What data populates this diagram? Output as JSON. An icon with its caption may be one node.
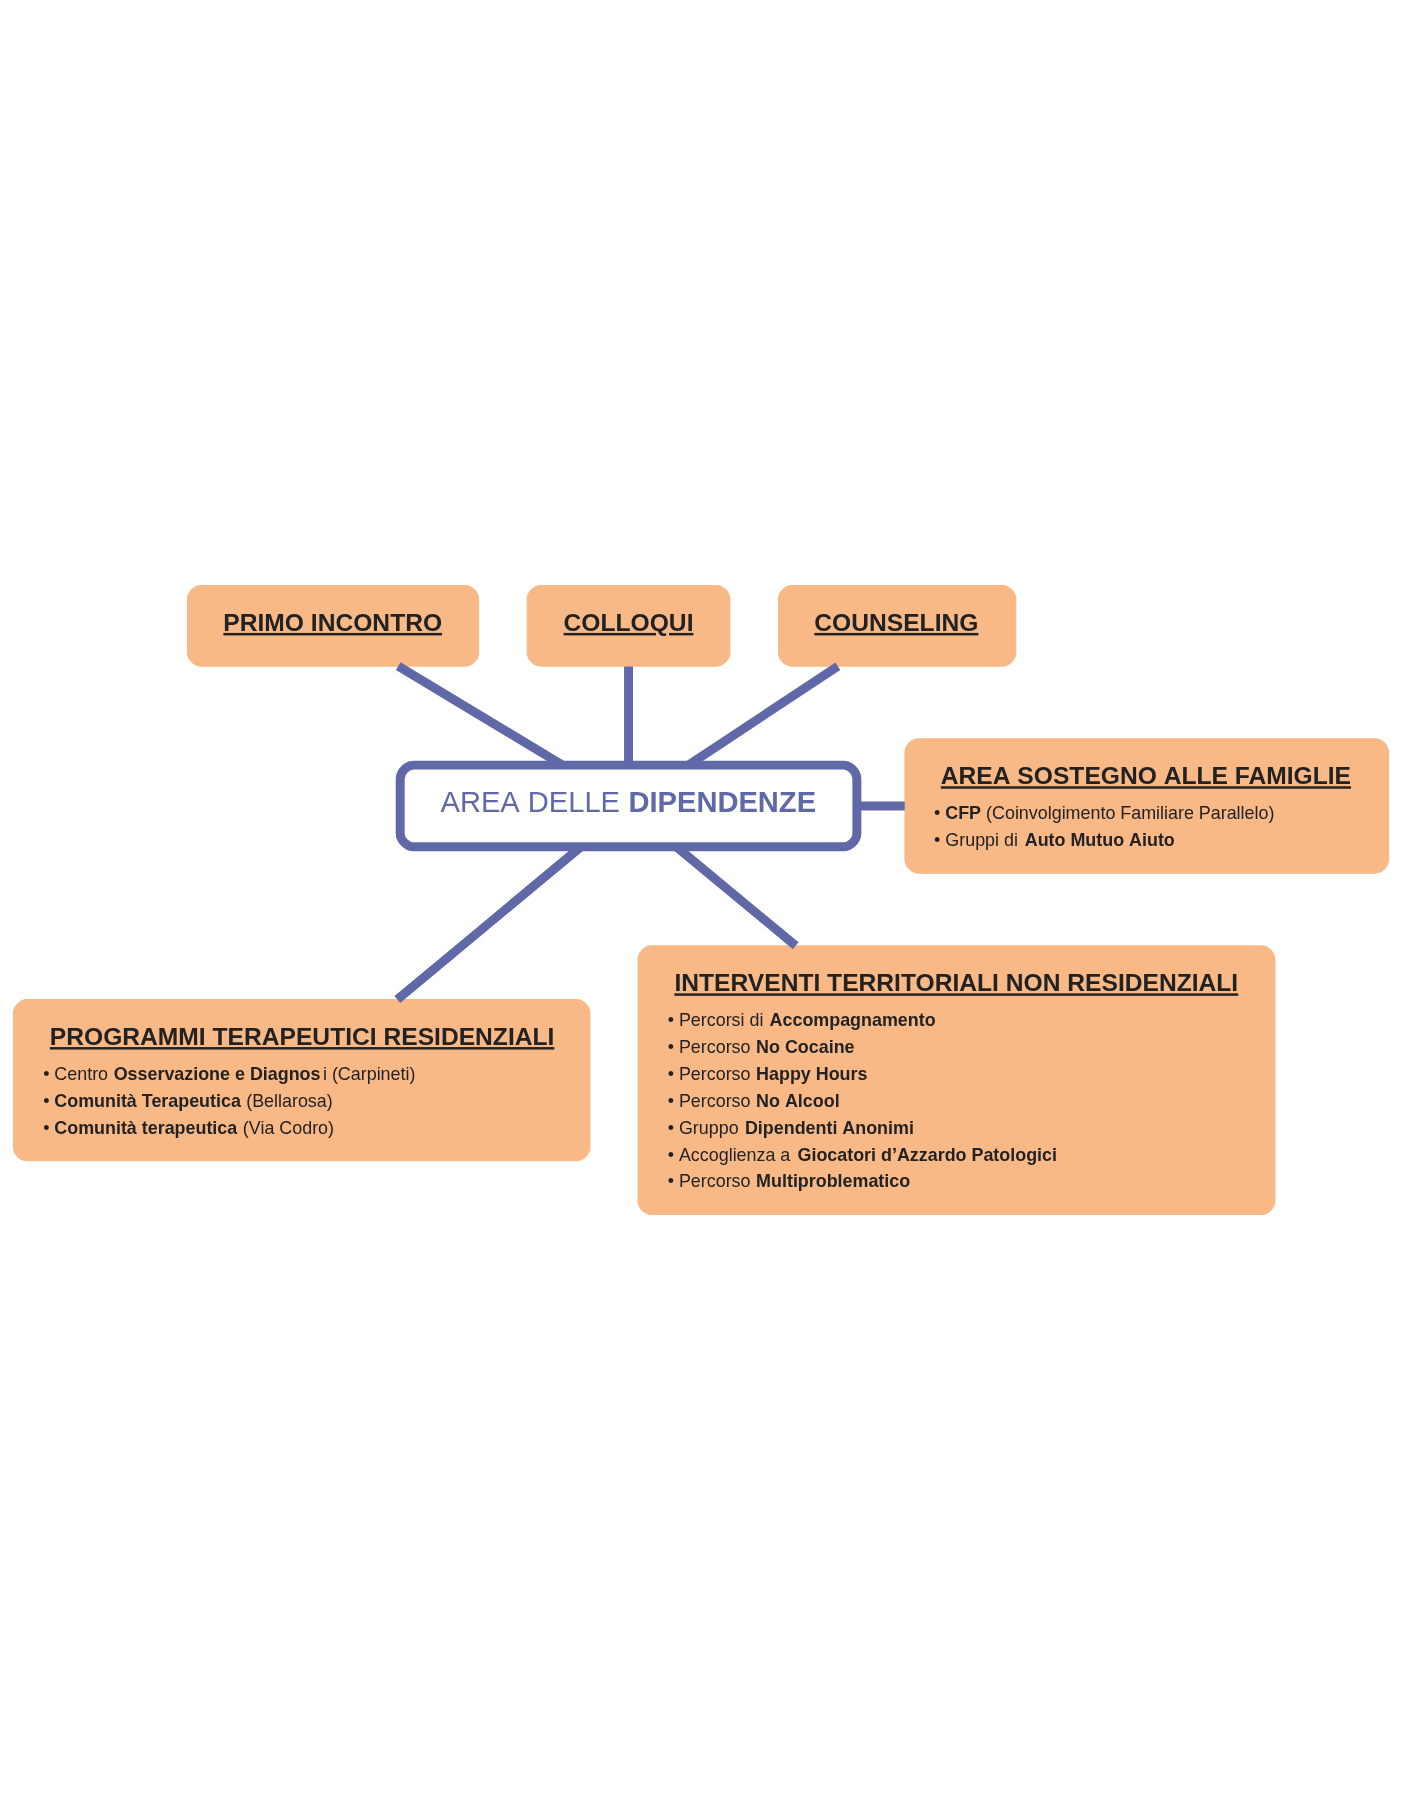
{
  "diagram": {
    "nodes": [
      {
        "text": [
          "AREA DELLE **DIPENDENZE**"
        ]
      },
      {
        "text": [
          "PRIMO INCONTRO"
        ]
      },
      {
        "text": [
          "COLLOQUI"
        ]
      },
      {
        "text": [
          "COUNSELING"
        ]
      },
      {
        "text": [
          "AREA SOSTEGNO ALLE FAMIGLIE",
          "• **CFP** (Coinvolgimento Familiare Parallelo)",
          "• Gruppi di **Auto Mutuo Aiuto**"
        ]
      },
      {
        "text": [
          "PROGRAMMI TERAPEUTICI RESIDENZIALI",
          "• Centro **Osservazione e Diagnos**i (Carpineti)",
          "• **Comunità Terapeutica** (Bellarosa)",
          "• **Comunità terapeutica** (Via Codro)"
        ]
      },
      {
        "text": [
          "INTERVENTI TERRITORIALI NON RESIDENZIALI",
          "• Percorsi di **Accompagnamento**",
          "• Percorso **No Cocaine**",
          "• Percorso **Happy Hours**",
          "• Percorso **No Alcool**",
          "• Gruppo **Dipendenti Anonimi**",
          "• Accoglienza a **Giocatori d’Azzardo Patologici**",
          "• Percorso **Multiproblematico**"
        ]
      }
    ],
    "edges": [
      {
        "from": 0,
        "to": 1,
        "arrow": "none"
      },
      {
        "from": 0,
        "to": 2,
        "arrow": "none"
      },
      {
        "from": 0,
        "to": 3,
        "arrow": "none"
      },
      {
        "from": 0,
        "to": 4,
        "arrow": "none"
      },
      {
        "from": 0,
        "to": 5,
        "arrow": "none"
      },
      {
        "from": 0,
        "to": 6,
        "arrow": "none"
      }
    ]
  }
}
